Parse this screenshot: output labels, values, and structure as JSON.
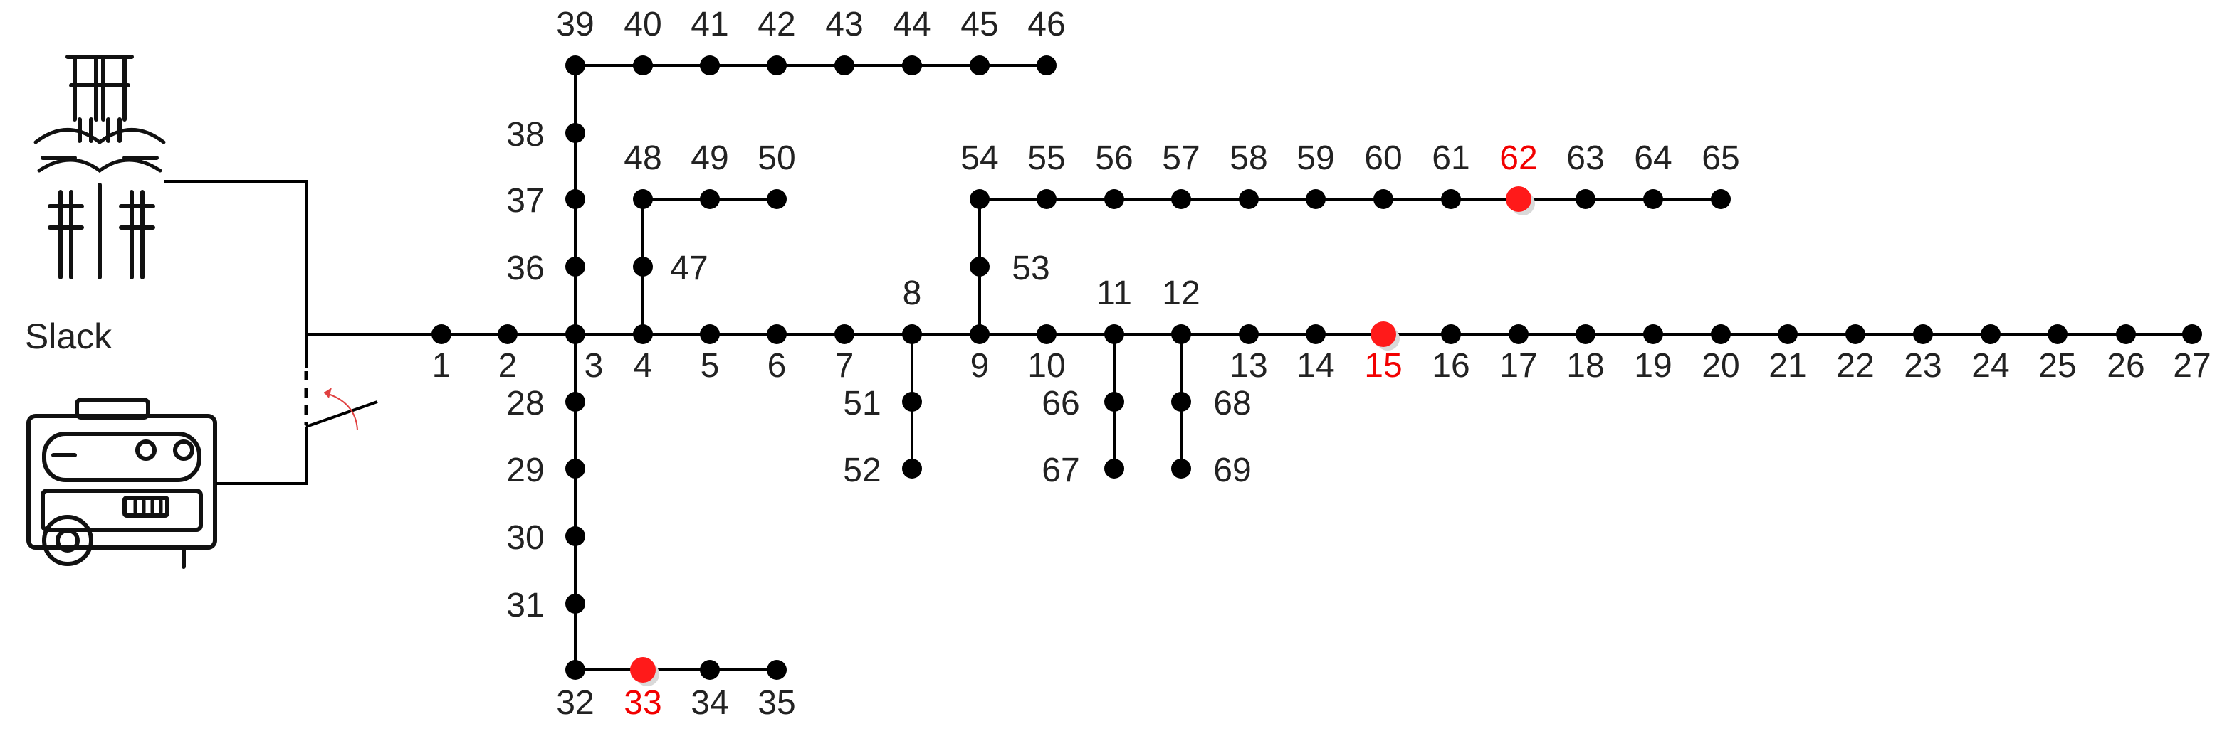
{
  "slack_label": "Slack",
  "colors": {
    "node": "#000000",
    "highlight": "#ff1a1a",
    "highlight_label": "#f20000"
  },
  "icons": [
    "transmission-tower-icon",
    "generator-icon",
    "switch-icon",
    "switch-arrow-icon"
  ],
  "buses": [
    {
      "id": "1"
    },
    {
      "id": "2"
    },
    {
      "id": "3"
    },
    {
      "id": "4"
    },
    {
      "id": "5"
    },
    {
      "id": "6"
    },
    {
      "id": "7"
    },
    {
      "id": "8"
    },
    {
      "id": "9"
    },
    {
      "id": "10"
    },
    {
      "id": "11"
    },
    {
      "id": "12"
    },
    {
      "id": "13"
    },
    {
      "id": "14"
    },
    {
      "id": "15",
      "highlight": true
    },
    {
      "id": "16"
    },
    {
      "id": "17"
    },
    {
      "id": "18"
    },
    {
      "id": "19"
    },
    {
      "id": "20"
    },
    {
      "id": "21"
    },
    {
      "id": "22"
    },
    {
      "id": "23"
    },
    {
      "id": "24"
    },
    {
      "id": "25"
    },
    {
      "id": "26"
    },
    {
      "id": "27"
    },
    {
      "id": "28"
    },
    {
      "id": "29"
    },
    {
      "id": "30"
    },
    {
      "id": "31"
    },
    {
      "id": "32"
    },
    {
      "id": "33",
      "highlight": true
    },
    {
      "id": "34"
    },
    {
      "id": "35"
    },
    {
      "id": "36"
    },
    {
      "id": "37"
    },
    {
      "id": "38"
    },
    {
      "id": "39"
    },
    {
      "id": "40"
    },
    {
      "id": "41"
    },
    {
      "id": "42"
    },
    {
      "id": "43"
    },
    {
      "id": "44"
    },
    {
      "id": "45"
    },
    {
      "id": "46"
    },
    {
      "id": "47"
    },
    {
      "id": "48"
    },
    {
      "id": "49"
    },
    {
      "id": "50"
    },
    {
      "id": "51"
    },
    {
      "id": "52"
    },
    {
      "id": "53"
    },
    {
      "id": "54"
    },
    {
      "id": "55"
    },
    {
      "id": "56"
    },
    {
      "id": "57"
    },
    {
      "id": "58"
    },
    {
      "id": "59"
    },
    {
      "id": "60"
    },
    {
      "id": "61"
    },
    {
      "id": "62",
      "highlight": true
    },
    {
      "id": "63"
    },
    {
      "id": "64"
    },
    {
      "id": "65"
    },
    {
      "id": "66"
    },
    {
      "id": "67"
    },
    {
      "id": "68"
    },
    {
      "id": "69"
    }
  ]
}
